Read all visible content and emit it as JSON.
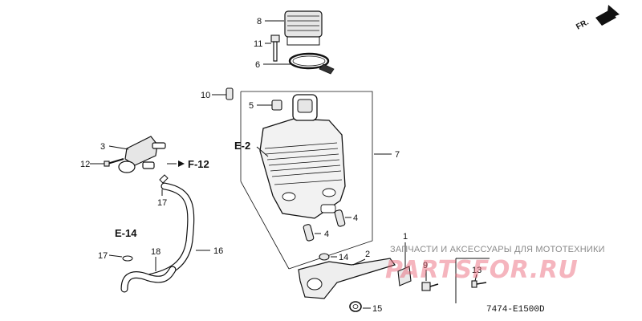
{
  "diagram": {
    "code": "7474-E1500D",
    "direction": "FR.",
    "refs": {
      "e2": "E-2",
      "f12": "F-12",
      "e14": "E-14"
    },
    "callouts": {
      "c1": "1",
      "c2": "2",
      "c3": "3",
      "c4a": "4",
      "c4b": "4",
      "c5": "5",
      "c6": "6",
      "c7": "7",
      "c8": "8",
      "c9": "9",
      "c10": "10",
      "c11": "11",
      "c12": "12",
      "c13": "13",
      "c14": "14",
      "c15": "15",
      "c16": "16",
      "c17a": "17",
      "c17b": "17",
      "c18": "18"
    }
  },
  "watermark": {
    "tagline": "ЗАПЧАСТИ И АКСЕССУАРЫ ДЛЯ МОТОТЕХНИКИ",
    "brand": "PARTSFOR.RU"
  }
}
